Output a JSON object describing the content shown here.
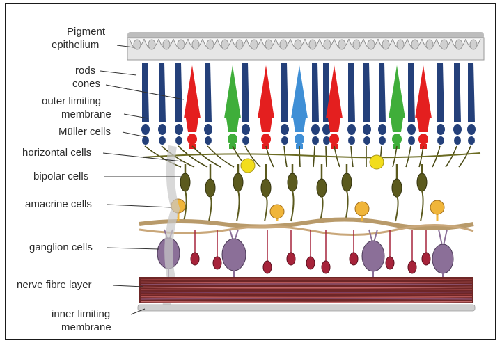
{
  "labels": {
    "pigment_line1": "Pigment",
    "pigment_line2": "epithelium",
    "rods": "rods",
    "cones": "cones",
    "olm_line1": "outer limiting",
    "olm_line2": "membrane",
    "muller": "Müller cells",
    "horizontal": "horizontal cells",
    "bipolar": "bipolar cells",
    "amacrine": "amacrine cells",
    "ganglion": "ganglion cells",
    "nerve": "nerve fibre layer",
    "ilm_line1": "inner limiting",
    "ilm_line2": "membrane"
  },
  "colors": {
    "rod": "#24407a",
    "cone_red": "#e41f1f",
    "cone_green": "#3fae3a",
    "cone_blue": "#3f8fd6",
    "bipolar": "#5b5a1e",
    "horizontal": "#f2dd1c",
    "amacrine": "#f0b53a",
    "ganglion": "#8b6f98",
    "synaptic": "#a6233a",
    "nerve_fibre": "#7a2a2a",
    "epithelium": "#d9d9d9"
  }
}
